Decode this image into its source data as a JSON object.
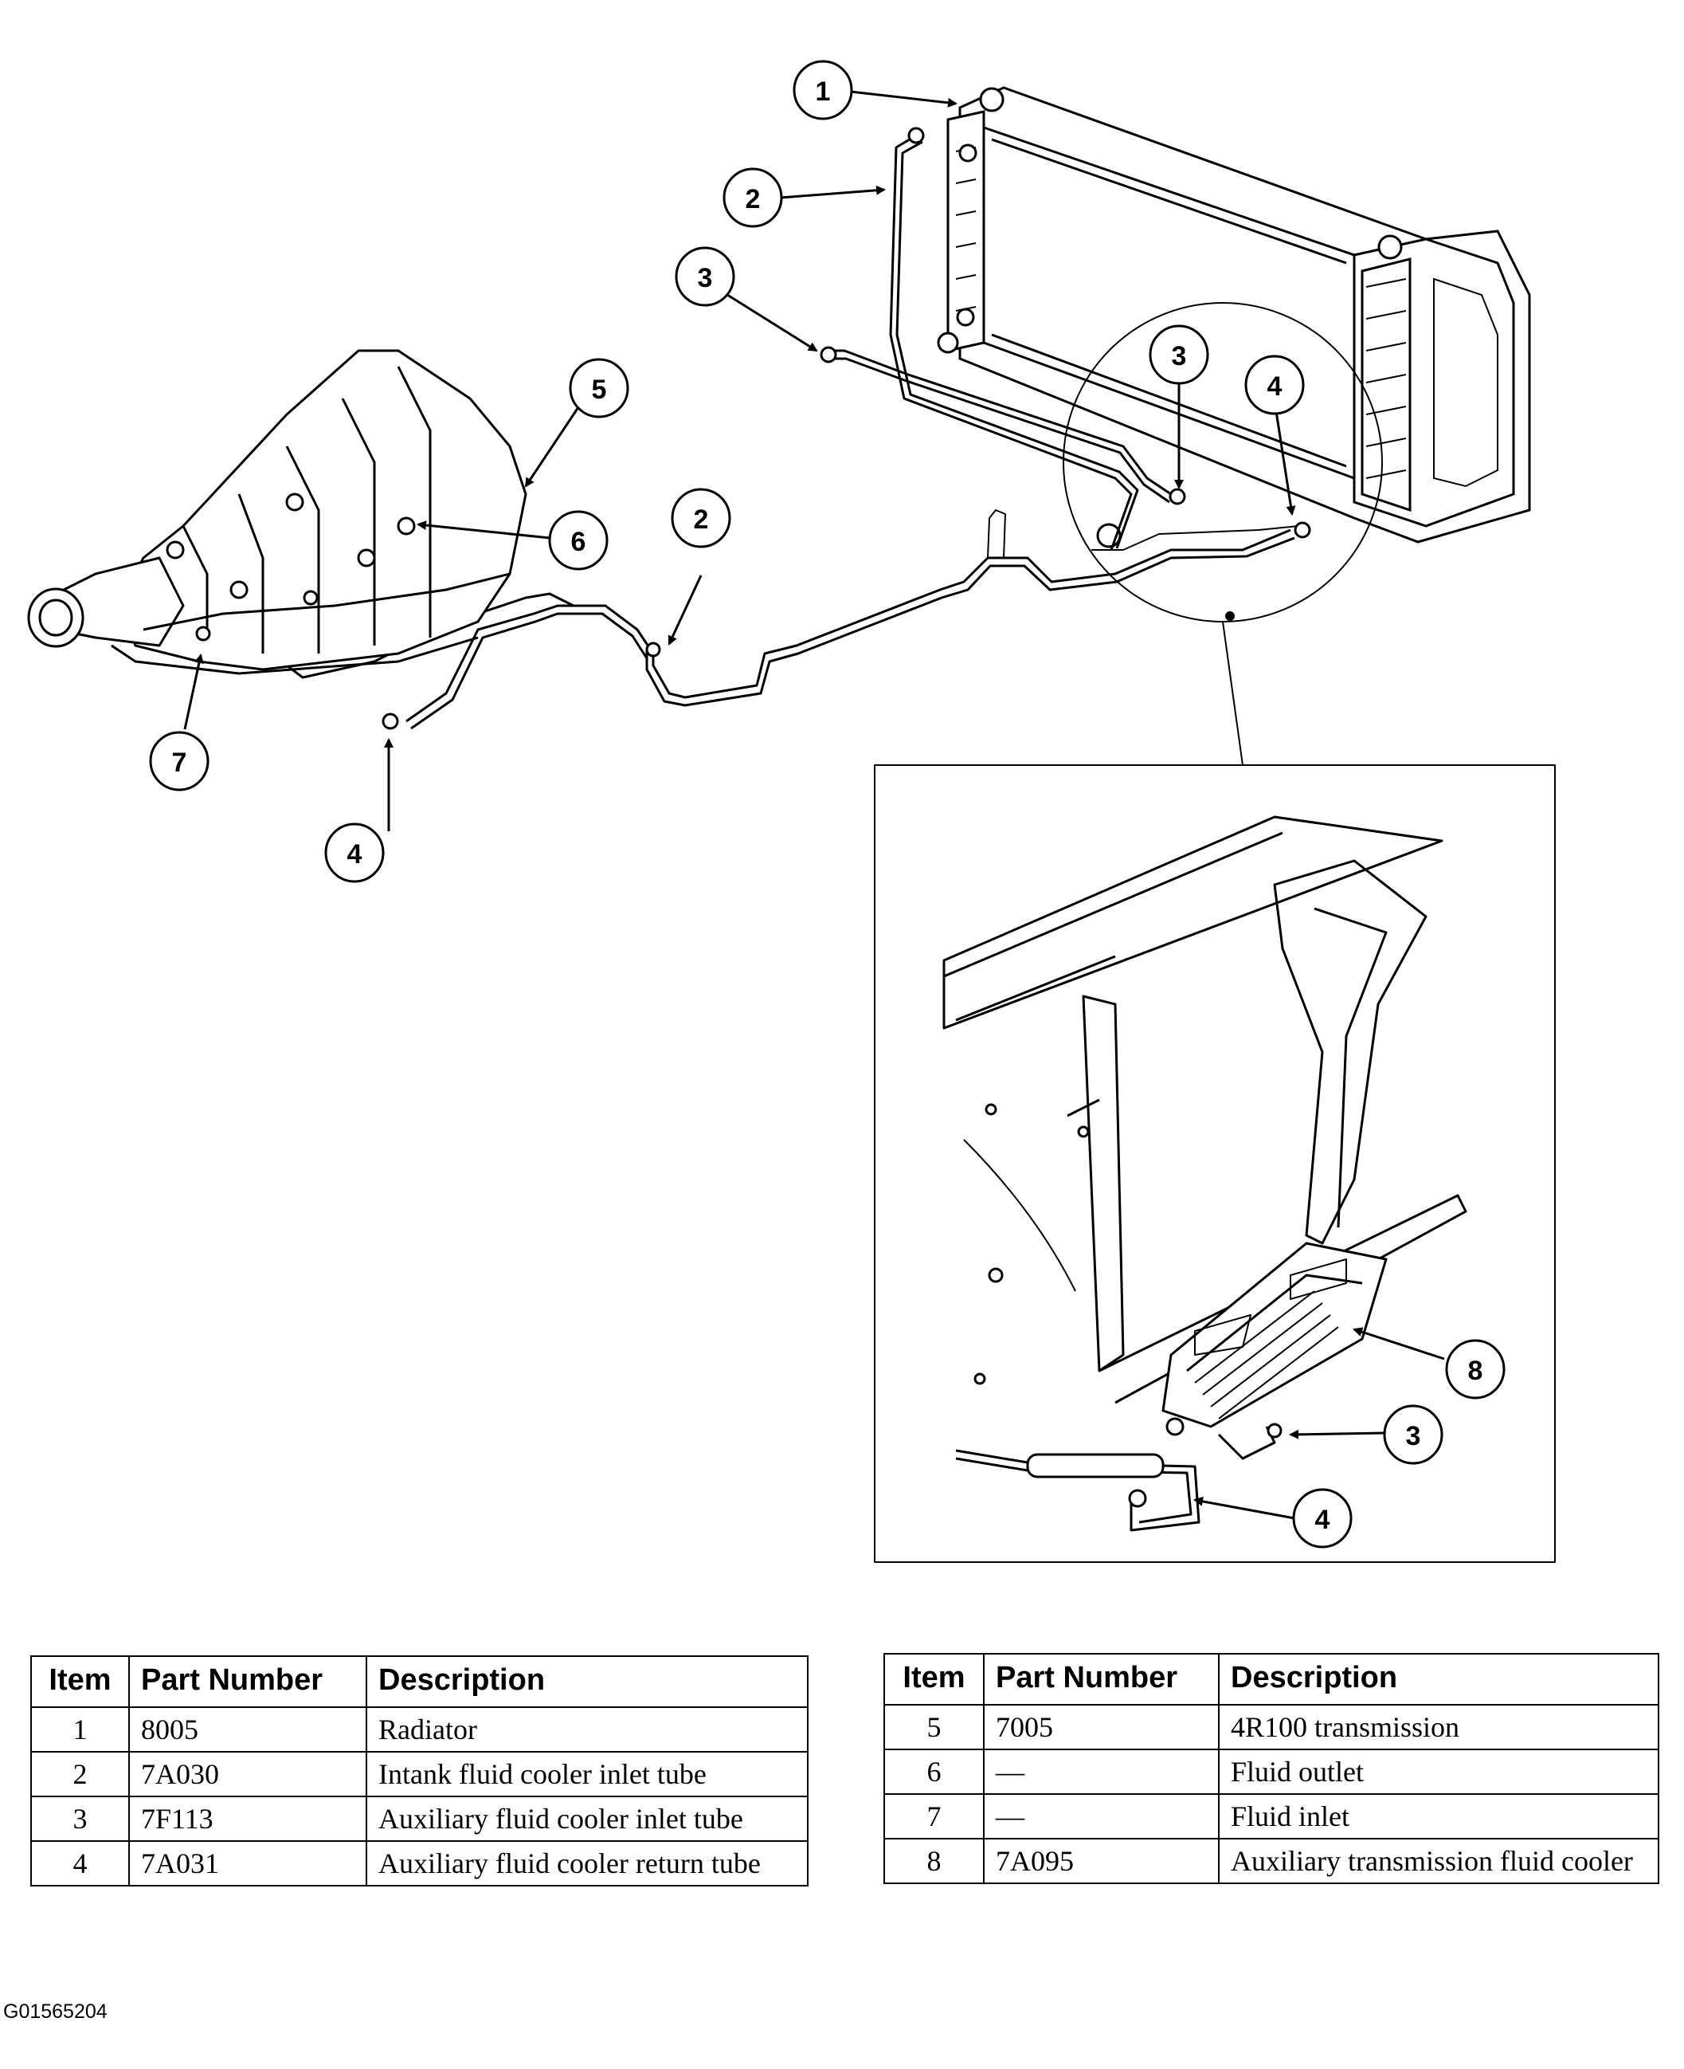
{
  "callouts": {
    "c1": "1",
    "c2a": "2",
    "c3a": "3",
    "c5": "5",
    "c6": "6",
    "c7": "7",
    "c2b": "2",
    "c4a": "4",
    "c3b": "3",
    "c4b": "4",
    "c8": "8",
    "c3c": "3",
    "c4c": "4"
  },
  "tables": {
    "headers": {
      "item": "Item",
      "part_number": "Part Number",
      "description": "Description"
    },
    "left": [
      {
        "item": "1",
        "part_number": "8005",
        "description": "Radiator"
      },
      {
        "item": "2",
        "part_number": "7A030",
        "description": "Intank fluid cooler inlet tube"
      },
      {
        "item": "3",
        "part_number": "7F113",
        "description": "Auxiliary fluid cooler inlet tube"
      },
      {
        "item": "4",
        "part_number": "7A031",
        "description": "Auxiliary fluid cooler return tube"
      }
    ],
    "right": [
      {
        "item": "5",
        "part_number": "7005",
        "description": "4R100 transmission"
      },
      {
        "item": "6",
        "part_number": "—",
        "description": "Fluid outlet"
      },
      {
        "item": "7",
        "part_number": "—",
        "description": "Fluid inlet"
      },
      {
        "item": "8",
        "part_number": "7A095",
        "description": "Auxiliary transmission fluid cooler"
      }
    ]
  },
  "figure_code": "G01565204"
}
